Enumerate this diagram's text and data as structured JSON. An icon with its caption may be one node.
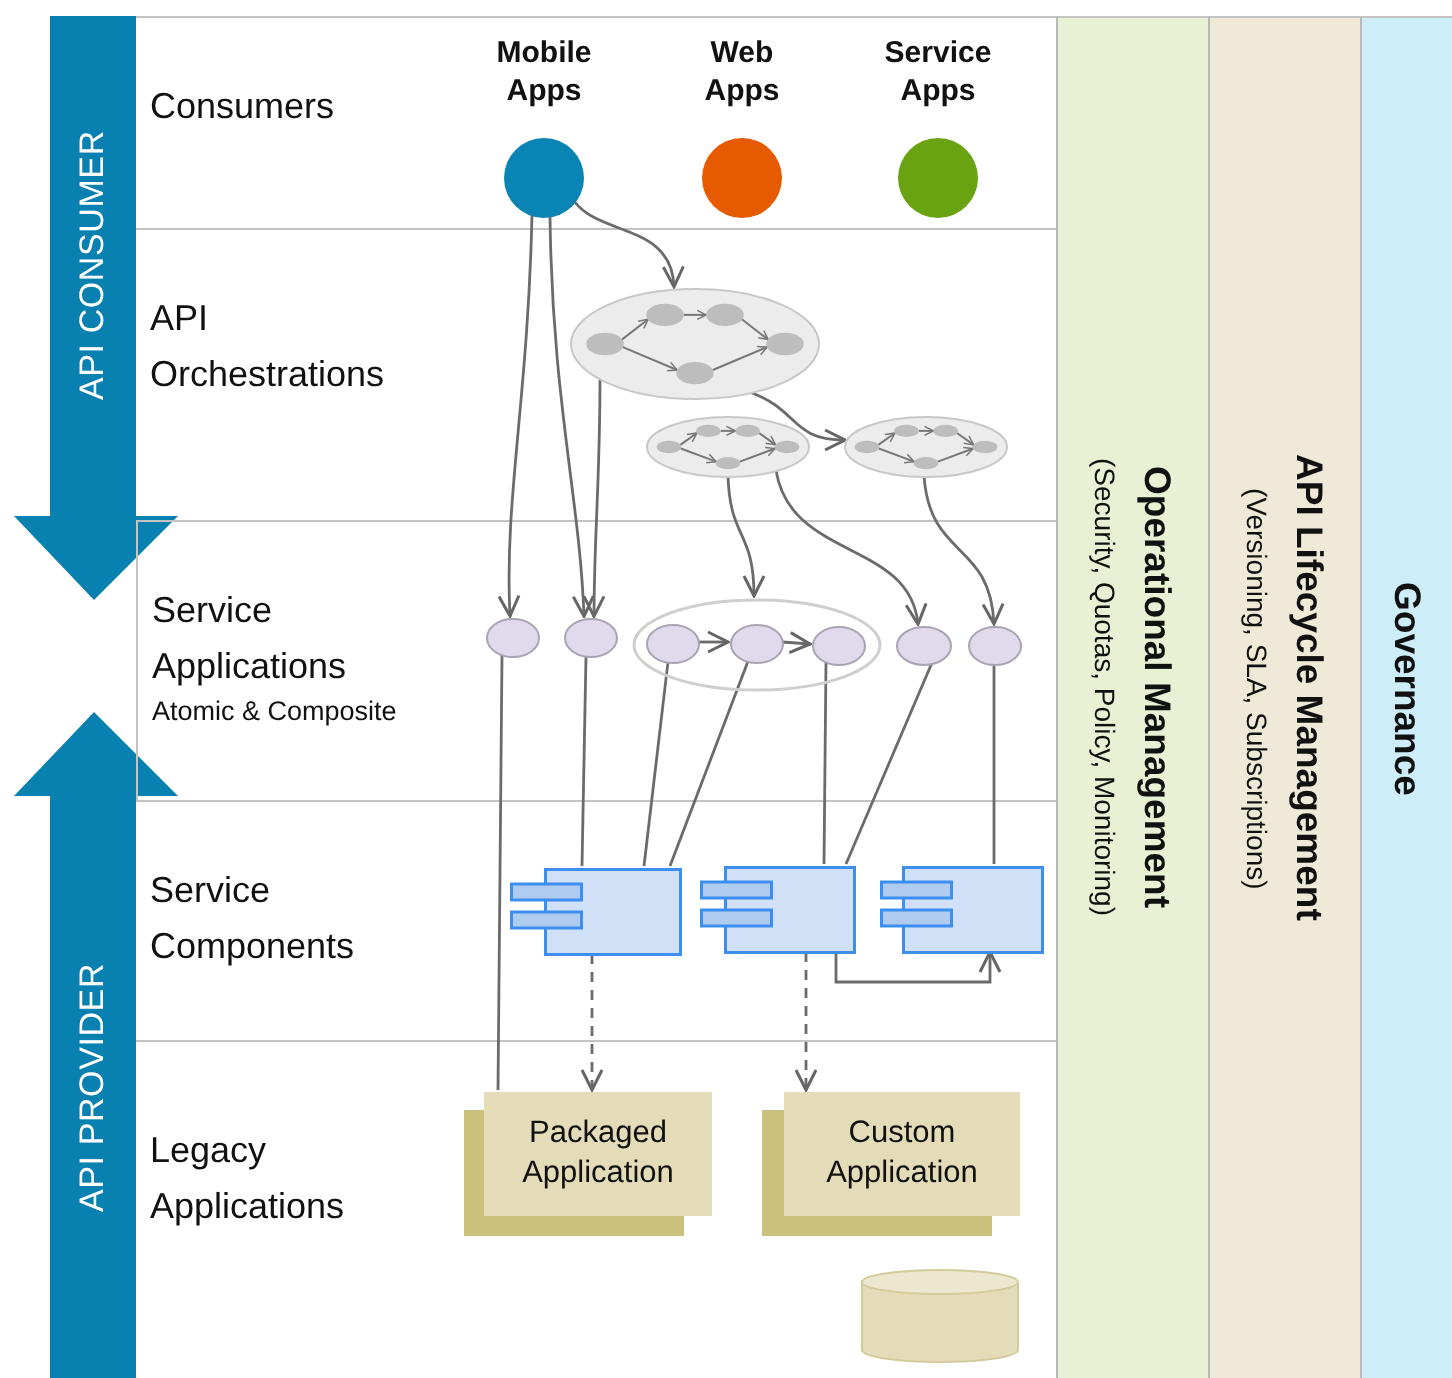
{
  "diagram": {
    "nodes": [
      {
        "text": [
          "API CONSUMER"
        ]
      },
      {
        "text": [
          "API PROVIDER"
        ]
      },
      {
        "text": [
          "Consumers"
        ]
      },
      {
        "text": [
          "API Orchestrations"
        ]
      },
      {
        "text": [
          "Service Applications",
          "Atomic & Composite"
        ]
      },
      {
        "text": [
          "Service Components"
        ]
      },
      {
        "text": [
          "Legacy Applications"
        ]
      },
      {
        "text": [
          "Mobile Apps"
        ],
        "in": 2
      },
      {
        "text": [
          "Web Apps"
        ],
        "in": 2
      },
      {
        "text": [
          "Service Apps"
        ],
        "in": 2
      },
      {
        "text": [],
        "shape": "ellipse",
        "in": 3
      },
      {
        "text": [],
        "shape": "ellipse",
        "in": 3
      },
      {
        "text": [],
        "shape": "ellipse",
        "in": 3
      },
      {
        "text": [],
        "shape": "ellipse",
        "in": 4
      },
      {
        "text": [],
        "shape": "ellipse",
        "in": 4
      },
      {
        "text": [],
        "shape": "ellipse",
        "in": 4
      },
      {
        "text": [],
        "shape": "ellipse",
        "in": 15
      },
      {
        "text": [],
        "shape": "ellipse",
        "in": 15
      },
      {
        "text": [],
        "shape": "ellipse",
        "in": 15
      },
      {
        "text": [],
        "shape": "ellipse",
        "in": 4
      },
      {
        "text": [],
        "shape": "ellipse",
        "in": 4
      },
      {
        "text": [],
        "shape": "component",
        "in": 5
      },
      {
        "text": [],
        "shape": "component",
        "in": 5
      },
      {
        "text": [],
        "shape": "component",
        "in": 5
      },
      {
        "text": [
          "Packaged Application"
        ],
        "in": 6
      },
      {
        "text": [
          "Custom Application"
        ],
        "in": 6
      },
      {
        "text": [],
        "shape": "cylinder",
        "in": 6
      },
      {
        "text": [
          "Operational Management",
          "(Security, Quotas, Policy, Monitoring)"
        ]
      },
      {
        "text": [
          "API Lifecycle Management",
          "(Versioning, SLA, Subscriptions)"
        ]
      },
      {
        "text": [
          "Governance"
        ]
      }
    ],
    "edges": [
      {
        "from": 7,
        "to": 10,
        "arrow": "to"
      },
      {
        "from": 7,
        "to": 13,
        "arrow": "to"
      },
      {
        "from": 7,
        "to": 14,
        "arrow": "to"
      },
      {
        "from": 10,
        "to": 14,
        "arrow": "to"
      },
      {
        "from": 10,
        "to": 12,
        "arrow": "to"
      },
      {
        "from": 11,
        "to": 15,
        "arrow": "to"
      },
      {
        "from": 11,
        "to": 19,
        "arrow": "to"
      },
      {
        "from": 12,
        "to": 20,
        "arrow": "to"
      },
      {
        "from": 16,
        "to": 17,
        "arrow": "to"
      },
      {
        "from": 17,
        "to": 18,
        "arrow": "to"
      },
      {
        "from": 13,
        "to": 24,
        "arrow": "none"
      },
      {
        "from": 14,
        "to": 21,
        "arrow": "none"
      },
      {
        "from": 16,
        "to": 21,
        "arrow": "none"
      },
      {
        "from": 17,
        "to": 21,
        "arrow": "none"
      },
      {
        "from": 18,
        "to": 22,
        "arrow": "none"
      },
      {
        "from": 19,
        "to": 22,
        "arrow": "none"
      },
      {
        "from": 20,
        "to": 23,
        "arrow": "none"
      },
      {
        "from": 21,
        "to": 24,
        "arrow": "to",
        "style": "dashed"
      },
      {
        "from": 22,
        "to": 25,
        "arrow": "to",
        "style": "dashed"
      },
      {
        "from": 22,
        "to": 23,
        "arrow": "to"
      }
    ]
  }
}
